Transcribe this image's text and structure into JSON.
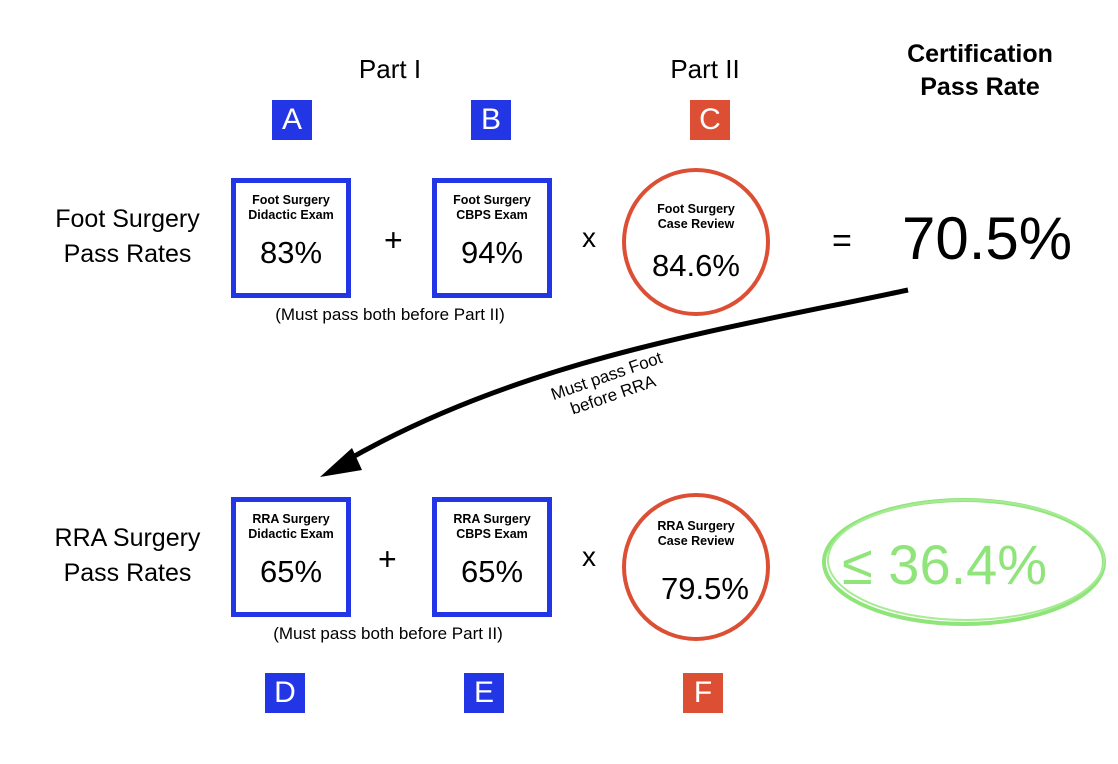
{
  "headers": {
    "part1": "Part I",
    "part2": "Part II",
    "cert_line1": "Certification",
    "cert_line2": "Pass Rate"
  },
  "letters": {
    "a": "A",
    "b": "B",
    "c": "C",
    "d": "D",
    "e": "E",
    "f": "F"
  },
  "foot": {
    "label_line1": "Foot Surgery",
    "label_line2": "Pass Rates",
    "didactic": {
      "title1": "Foot Surgery",
      "title2": "Didactic Exam",
      "value": "83%"
    },
    "cbps": {
      "title1": "Foot Surgery",
      "title2": "CBPS Exam",
      "value": "94%"
    },
    "case": {
      "title1": "Foot Surgery",
      "title2": "Case Review",
      "value": "84.6%"
    },
    "note": "(Must pass both before Part II)",
    "result": "70.5%"
  },
  "rra": {
    "label_line1": "RRA Surgery",
    "label_line2": "Pass Rates",
    "didactic": {
      "title1": "RRA Surgery",
      "title2": "Didactic Exam",
      "value": "65%"
    },
    "cbps": {
      "title1": "RRA Surgery",
      "title2": "CBPS Exam",
      "value": "65%"
    },
    "case": {
      "title1": "RRA Surgery",
      "title2": "Case Review",
      "value": "79.5%"
    },
    "note": "(Must pass both before Part II)",
    "result": "≤ 36.4%"
  },
  "operators": {
    "plus": "+",
    "times": "x",
    "equals": "="
  },
  "arrow_label": {
    "line1": "Must pass Foot",
    "line2": "before RRA"
  },
  "colors": {
    "blue": "#2336e6",
    "red": "#dd4f35",
    "green": "#8fe47a"
  }
}
